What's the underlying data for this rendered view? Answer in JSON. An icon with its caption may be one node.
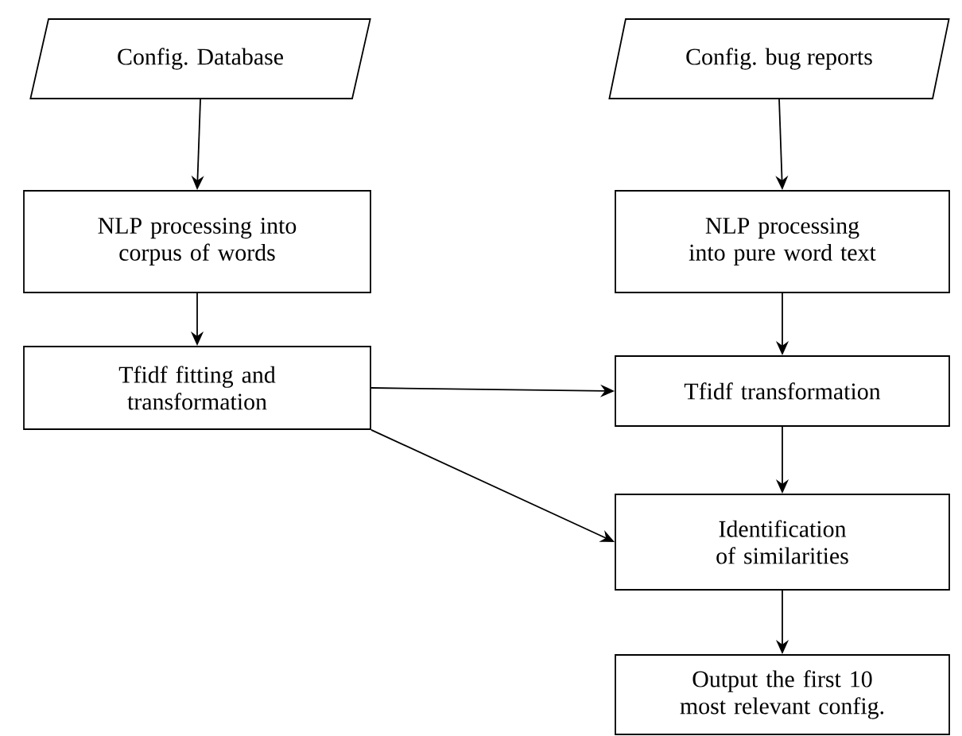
{
  "diagram": {
    "nodes": [
      {
        "text": [
          "Config. Database"
        ]
      },
      {
        "text": [
          "NLP processing into corpus of words"
        ]
      },
      {
        "text": [
          "Tfidf fitting and transformation"
        ]
      },
      {
        "text": [
          "Config. bug reports"
        ]
      },
      {
        "text": [
          "NLP processing into pure word text"
        ]
      },
      {
        "text": [
          "Tfidf transformation"
        ]
      },
      {
        "text": [
          "Identification of similarities"
        ]
      },
      {
        "text": [
          "Output the first 10 most relevant config."
        ]
      }
    ],
    "edges": [
      {
        "from": 0,
        "to": 1,
        "arrow": "to"
      },
      {
        "from": 1,
        "to": 2,
        "arrow": "to"
      },
      {
        "from": 2,
        "to": 5,
        "arrow": "to"
      },
      {
        "from": 2,
        "to": 6,
        "arrow": "to"
      },
      {
        "from": 3,
        "to": 4,
        "arrow": "to"
      },
      {
        "from": 4,
        "to": 5,
        "arrow": "to"
      },
      {
        "from": 5,
        "to": 6,
        "arrow": "to"
      },
      {
        "from": 6,
        "to": 7,
        "arrow": "to"
      }
    ]
  }
}
